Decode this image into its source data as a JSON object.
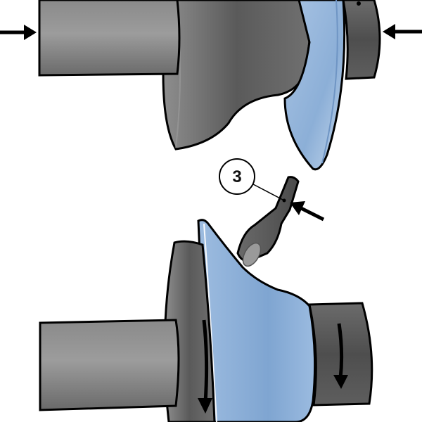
{
  "diagram": {
    "description": "Metal spinning process: blank clamped between mandrel and tailstock (top), roller tool forming workpiece over rotating mandrel (bottom)",
    "colors": {
      "metal_dark": "#4f4f4f",
      "metal_mid": "#6e6e6e",
      "metal_light": "#9a9a9a",
      "workpiece_blue": "#8fb0d6",
      "workpiece_light": "#c5d8ee",
      "outline": "#000000",
      "background": "#ffffff"
    },
    "top_stage": {
      "left_force_arrow": "arrow-right",
      "right_force_arrow": "arrow-left",
      "parts": [
        "mandrel-shaft",
        "mandrel-body",
        "blank-disc",
        "tailstock"
      ]
    },
    "bottom_stage": {
      "rotation_arrows": [
        "rotation-arrow-mandrel",
        "rotation-arrow-tailstock"
      ],
      "tool_force_arrow": "arrow-down-left",
      "parts": [
        "mandrel-shaft",
        "mandrel-flange",
        "formed-workpiece",
        "tailstock",
        "roller-tool"
      ]
    },
    "callouts": [
      {
        "number": "3",
        "target": "roller-tool"
      }
    ]
  }
}
